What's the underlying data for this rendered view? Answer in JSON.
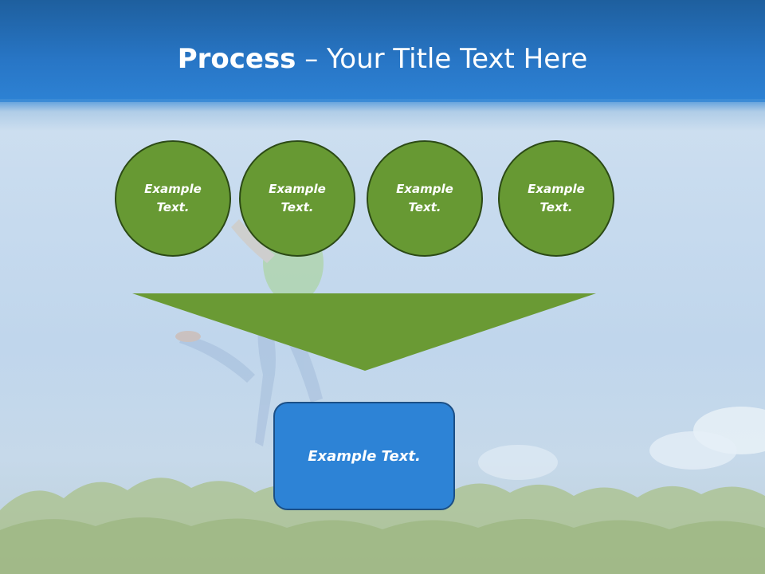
{
  "slide": {
    "title_bold": "Process",
    "title_rest": " – Your Title Text Here",
    "circles": [
      {
        "line1": "Example",
        "line2": "Text."
      },
      {
        "line1": "Example",
        "line2": "Text."
      },
      {
        "line1": "Example",
        "line2": "Text."
      },
      {
        "line1": "Example",
        "line2": "Text."
      }
    ],
    "result_box": "Example Text."
  },
  "colors": {
    "header_blue": "#2876c6",
    "circle_green": "#679933",
    "circle_border": "#2c4a16",
    "funnel_green": "#6a9a34",
    "box_blue": "#2d83d6"
  }
}
